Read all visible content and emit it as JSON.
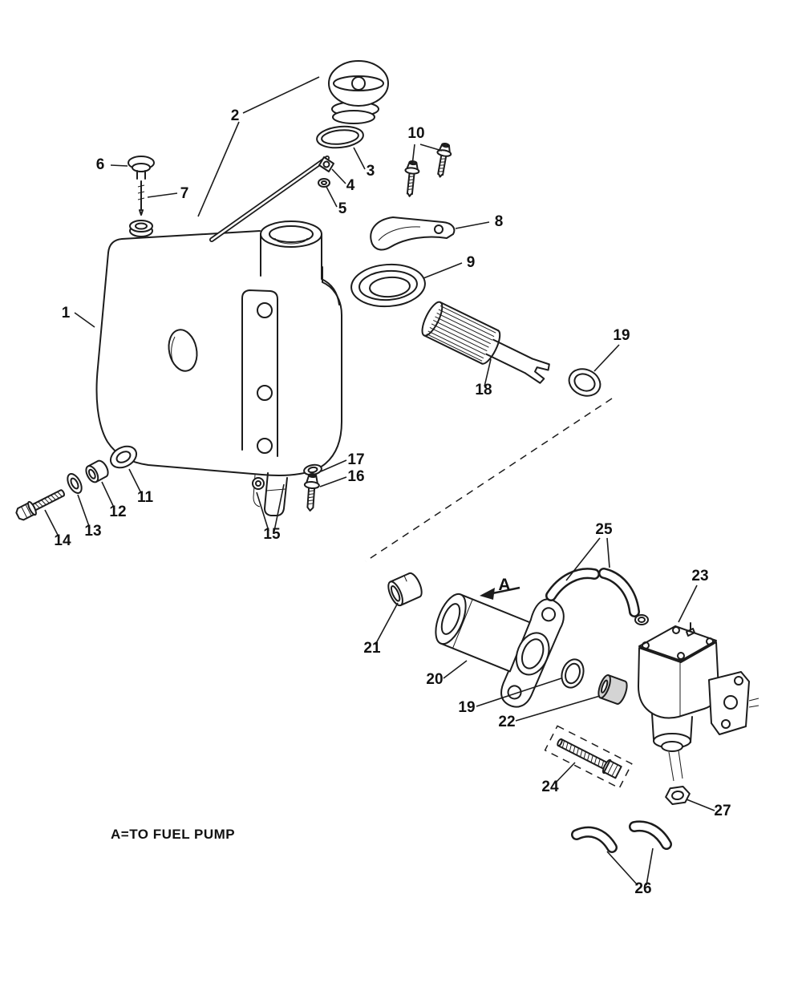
{
  "diagram": {
    "note": "A=TO FUEL PUMP",
    "arrow_label": "A"
  },
  "callouts": [
    {
      "text": "2"
    },
    {
      "text": "10"
    },
    {
      "text": "3"
    },
    {
      "text": "4"
    },
    {
      "text": "5"
    },
    {
      "text": "6"
    },
    {
      "text": "7"
    },
    {
      "text": "8"
    },
    {
      "text": "9"
    },
    {
      "text": "1"
    },
    {
      "text": "19"
    },
    {
      "text": "18"
    },
    {
      "text": "17"
    },
    {
      "text": "16"
    },
    {
      "text": "11"
    },
    {
      "text": "12"
    },
    {
      "text": "13"
    },
    {
      "text": "14"
    },
    {
      "text": "15"
    },
    {
      "text": "25"
    },
    {
      "text": "23"
    },
    {
      "text": "21"
    },
    {
      "text": "20"
    },
    {
      "text": "19"
    },
    {
      "text": "22"
    },
    {
      "text": "24"
    },
    {
      "text": "27"
    },
    {
      "text": "26"
    }
  ]
}
